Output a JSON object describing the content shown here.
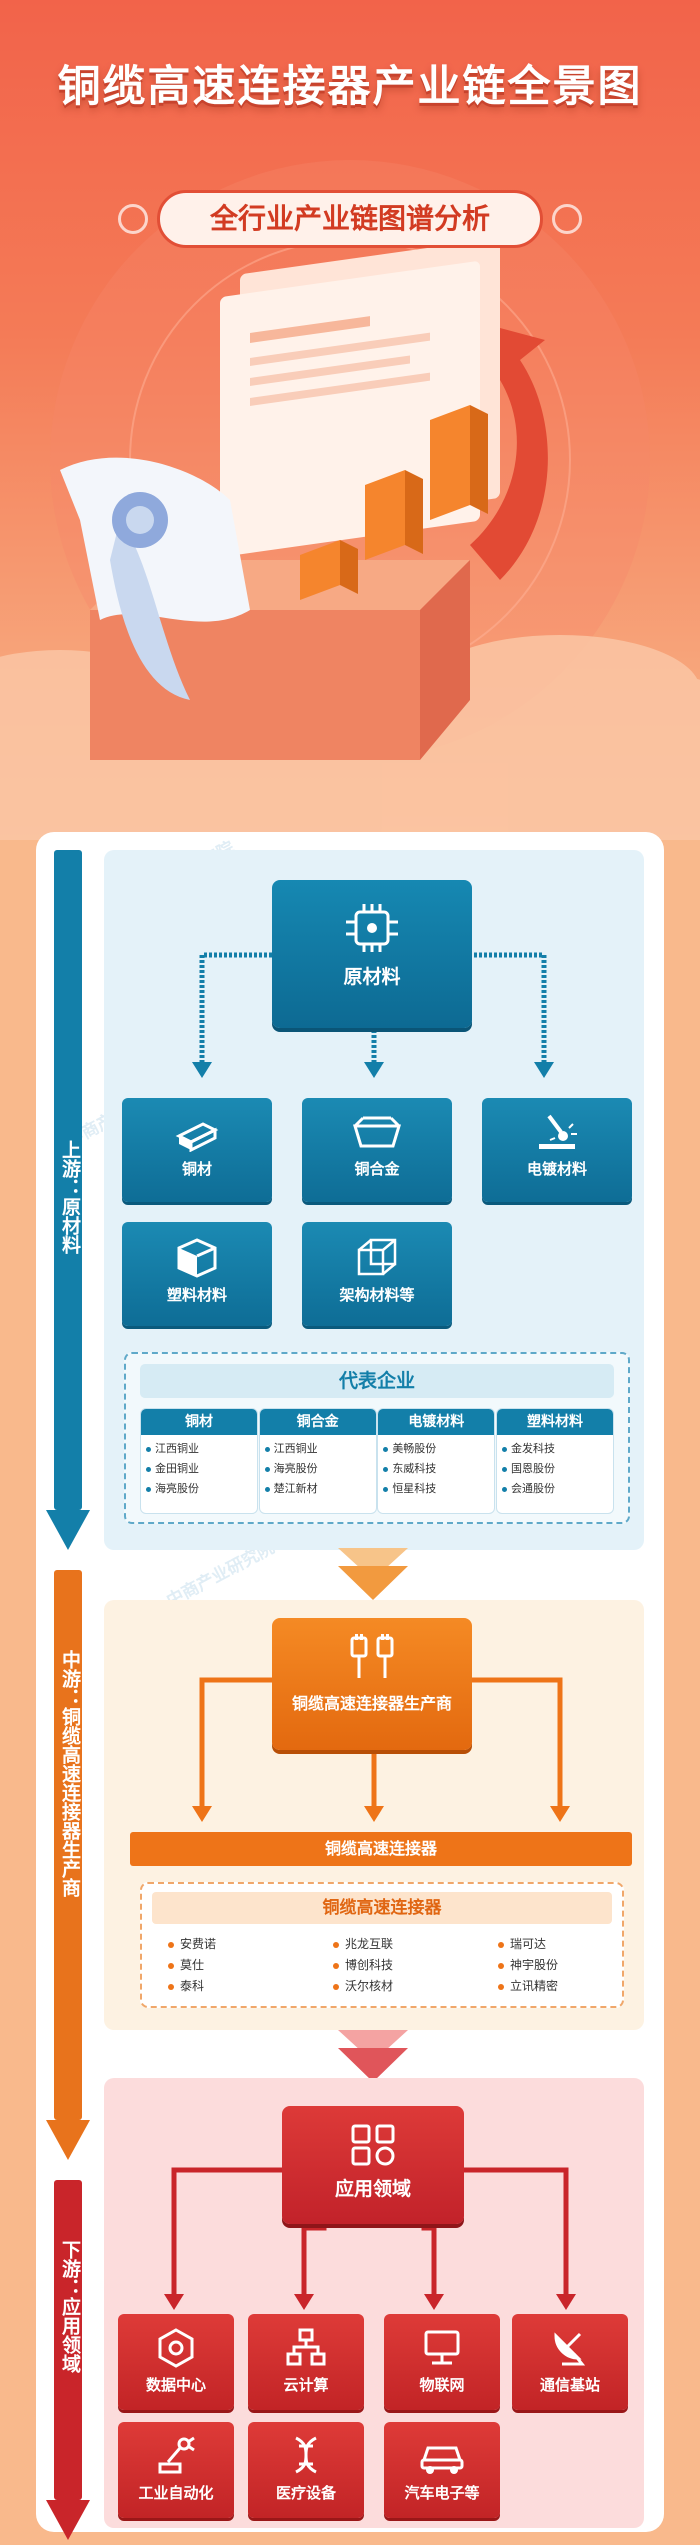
{
  "header": {
    "title": "铜缆高速连接器产业链全景图",
    "subtitle": "全行业产业链图谱分析"
  },
  "watermark": "中商产业研究院",
  "upstream": {
    "stage_label": "上游：原材料",
    "hub": "原材料",
    "tiles": [
      {
        "label": "铜材",
        "icon": "copper-bar-icon"
      },
      {
        "label": "铜合金",
        "icon": "alloy-tray-icon"
      },
      {
        "label": "电镀材料",
        "icon": "plating-icon"
      },
      {
        "label": "塑料材料",
        "icon": "plastic-cube-icon"
      },
      {
        "label": "架构材料等",
        "icon": "frame-cube-icon"
      }
    ],
    "companies_title": "代表企业",
    "companies": [
      {
        "category": "铜材",
        "items": [
          "江西铜业",
          "金田铜业",
          "海亮股份"
        ]
      },
      {
        "category": "铜合金",
        "items": [
          "江西铜业",
          "海亮股份",
          "楚江新材"
        ]
      },
      {
        "category": "电镀材料",
        "items": [
          "美畅股份",
          "东威科技",
          "恒星科技"
        ]
      },
      {
        "category": "塑料材料",
        "items": [
          "金发科技",
          "国恩股份",
          "会通股份"
        ]
      }
    ]
  },
  "midstream": {
    "stage_label": "中游：铜缆高速连接器生产商",
    "hub": "铜缆高速连接器生产商",
    "band": "铜缆高速连接器",
    "list_title": "铜缆高速连接器",
    "columns": [
      [
        "安费诺",
        "莫仕",
        "泰科"
      ],
      [
        "兆龙互联",
        "博创科技",
        "沃尔核材"
      ],
      [
        "瑞可达",
        "神宇股份",
        "立讯精密"
      ]
    ]
  },
  "downstream": {
    "stage_label": "下游：应用领域",
    "hub": "应用领域",
    "tiles": [
      {
        "label": "数据中心",
        "icon": "data-center-icon"
      },
      {
        "label": "云计算",
        "icon": "cloud-network-icon"
      },
      {
        "label": "物联网",
        "icon": "iot-monitor-icon"
      },
      {
        "label": "通信基站",
        "icon": "satellite-dish-icon"
      },
      {
        "label": "工业自动化",
        "icon": "robot-arm-icon"
      },
      {
        "label": "医疗设备",
        "icon": "dna-icon"
      },
      {
        "label": "汽车电子等",
        "icon": "car-icon"
      }
    ]
  },
  "colors": {
    "upstream": "#137fa9",
    "midstream": "#ee7418",
    "downstream": "#c9252a",
    "header": "#f2634a"
  }
}
